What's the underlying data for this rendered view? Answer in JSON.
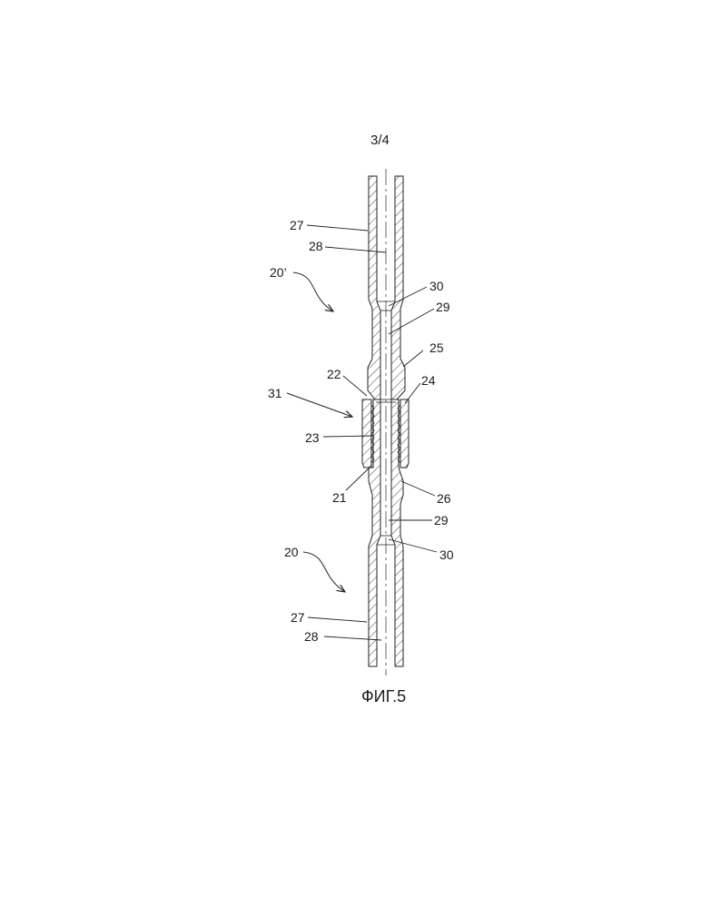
{
  "page": {
    "sheet_number": "3/4",
    "figure_caption": "ФИГ.5"
  },
  "labels": {
    "upper_assembly": "20’",
    "lower_assembly": "20",
    "connection": "31",
    "upper_wall": "27",
    "upper_bore": "28",
    "upper_chamfer": "30",
    "upper_channel": "29",
    "upper_taper": "25",
    "shoulder": "22",
    "sleeve_end": "24",
    "thread": "23",
    "pin_end": "21",
    "lower_taper": "26",
    "lower_channel": "29",
    "lower_chamfer": "30",
    "lower_wall": "27",
    "lower_bore": "28"
  }
}
